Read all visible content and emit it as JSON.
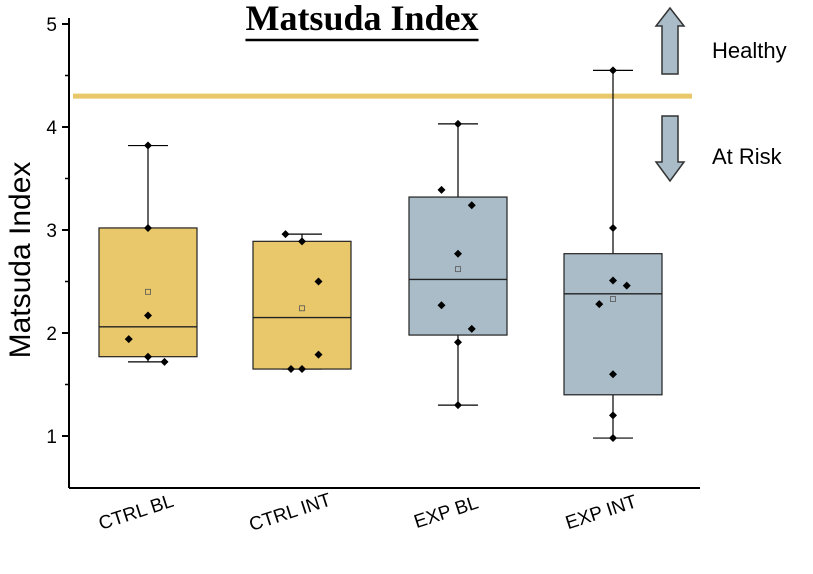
{
  "chart_data": {
    "type": "box",
    "title": "Matsuda Index",
    "xlabel": "",
    "ylabel": "Matsuda Index",
    "ylim": [
      0.5,
      5
    ],
    "yticks": [
      1,
      2,
      3,
      4,
      5
    ],
    "grid": false,
    "threshold": {
      "value": 4.3,
      "color": "#E8C86A"
    },
    "categories": [
      "CTRL BL",
      "CTRL INT",
      "EXP BL",
      "EXP INT"
    ],
    "boxes": [
      {
        "category": "CTRL BL",
        "color": "#E8C86A",
        "whisker_low": 1.72,
        "q1": 1.77,
        "median": 2.06,
        "q3": 3.02,
        "whisker_high": 3.82,
        "mean": 2.4,
        "points": [
          [
            -0.35,
            1.94
          ],
          [
            0.0,
            1.77
          ],
          [
            0.0,
            2.17
          ],
          [
            0.0,
            3.02
          ],
          [
            0.0,
            3.82
          ],
          [
            0.3,
            1.72
          ]
        ]
      },
      {
        "category": "CTRL INT",
        "color": "#E8C86A",
        "whisker_low": 1.65,
        "q1": 1.65,
        "median": 2.15,
        "q3": 2.89,
        "whisker_high": 2.96,
        "mean": 2.24,
        "points": [
          [
            -0.3,
            2.96
          ],
          [
            -0.2,
            1.65
          ],
          [
            0.0,
            1.65
          ],
          [
            0.0,
            2.89
          ],
          [
            0.3,
            2.5
          ],
          [
            0.3,
            1.79
          ]
        ]
      },
      {
        "category": "EXP BL",
        "color": "#A9BCC7",
        "whisker_low": 1.3,
        "q1": 1.98,
        "median": 2.52,
        "q3": 3.32,
        "whisker_high": 4.03,
        "mean": 2.62,
        "points": [
          [
            -0.3,
            3.39
          ],
          [
            -0.3,
            2.27
          ],
          [
            0.0,
            1.91
          ],
          [
            0.0,
            1.3
          ],
          [
            0.0,
            4.03
          ],
          [
            0.0,
            2.77
          ],
          [
            0.25,
            3.24
          ],
          [
            0.25,
            2.04
          ]
        ]
      },
      {
        "category": "EXP INT",
        "color": "#A9BCC7",
        "whisker_low": 0.98,
        "q1": 1.4,
        "median": 2.38,
        "q3": 2.77,
        "whisker_high": 4.55,
        "mean": 2.33,
        "points": [
          [
            -0.25,
            2.28
          ],
          [
            0.0,
            2.51
          ],
          [
            0.0,
            3.02
          ],
          [
            0.0,
            1.6
          ],
          [
            0.0,
            1.2
          ],
          [
            0.0,
            0.98
          ],
          [
            0.0,
            4.55
          ],
          [
            0.25,
            2.46
          ]
        ]
      }
    ],
    "annotations": [
      {
        "text": "Healthy",
        "arrow": "up",
        "color": "#A9BCC7"
      },
      {
        "text": "At Risk",
        "arrow": "down",
        "color": "#A9BCC7"
      }
    ]
  }
}
